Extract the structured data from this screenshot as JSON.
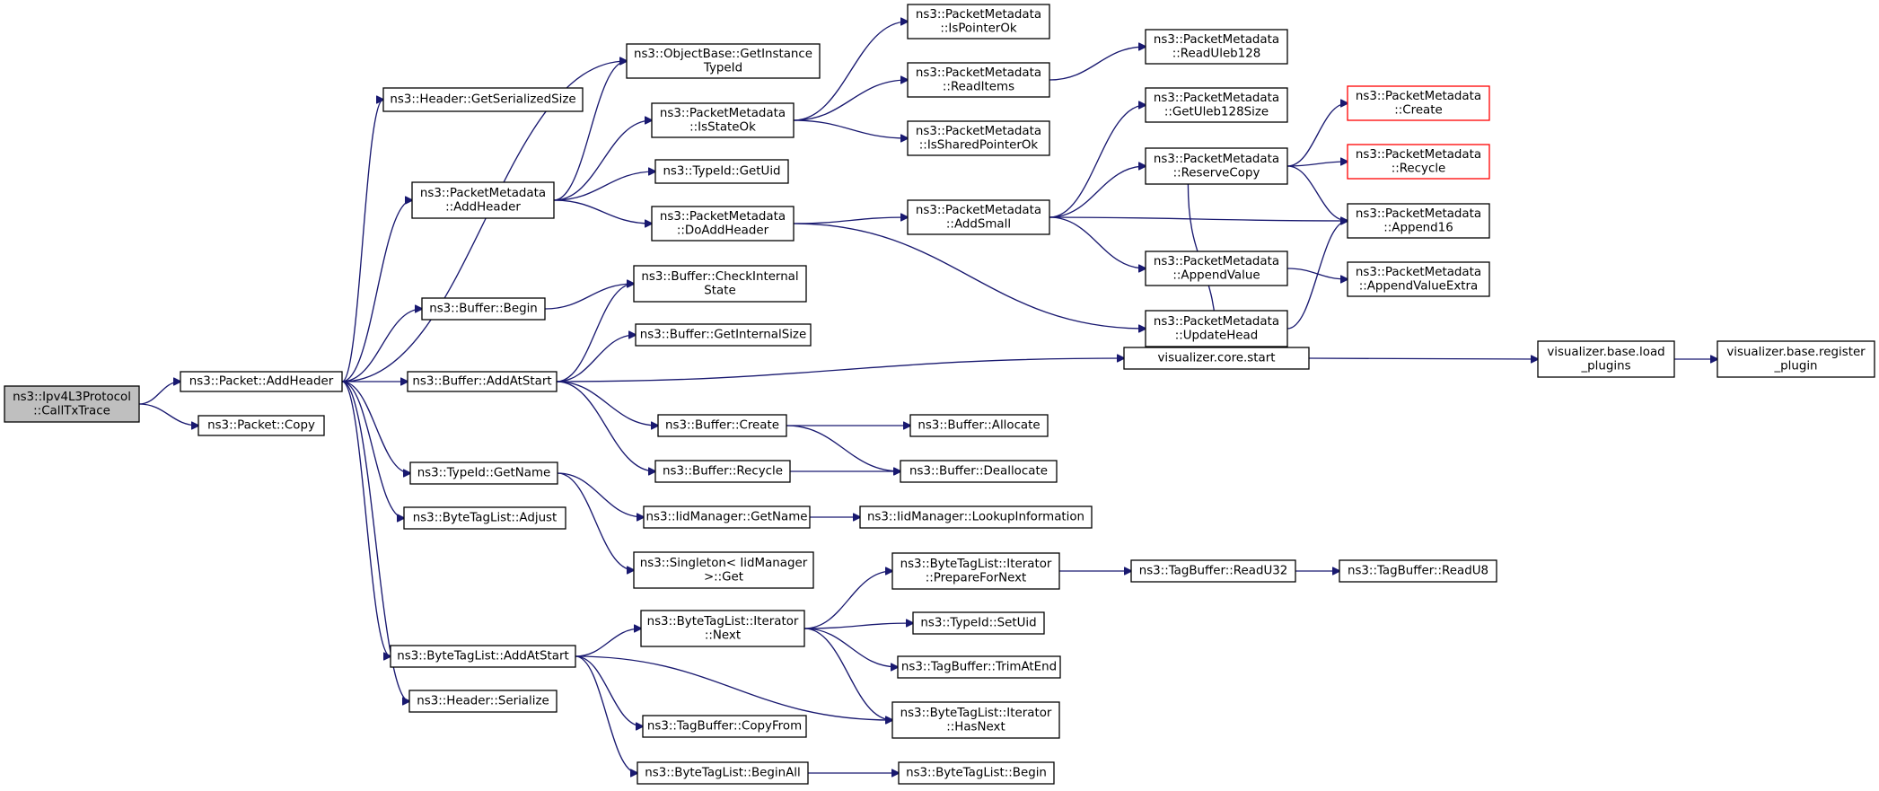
{
  "graph": {
    "colors": {
      "edge": "#191970",
      "node_border": "#000000",
      "root_fill": "#bfbfbf",
      "missing_border": "#ff0000"
    },
    "nodes": {
      "root": {
        "lines": [
          "ns3::Ipv4L3Protocol",
          "::CallTxTrace"
        ]
      },
      "pkt_addheader": {
        "lines": [
          "ns3::Packet::AddHeader"
        ]
      },
      "pkt_copy": {
        "lines": [
          "ns3::Packet::Copy"
        ]
      },
      "hdr_getsersize": {
        "lines": [
          "ns3::Header::GetSerializedSize"
        ]
      },
      "objbase_getinst": {
        "lines": [
          "ns3::ObjectBase::GetInstance",
          "TypeId"
        ]
      },
      "pm_addheader": {
        "lines": [
          "ns3::PacketMetadata",
          "::AddHeader"
        ]
      },
      "buf_begin": {
        "lines": [
          "ns3::Buffer::Begin"
        ]
      },
      "buf_addatstart": {
        "lines": [
          "ns3::Buffer::AddAtStart"
        ]
      },
      "typeid_getname": {
        "lines": [
          "ns3::TypeId::GetName"
        ]
      },
      "btl_adjust": {
        "lines": [
          "ns3::ByteTagList::Adjust"
        ]
      },
      "btl_addatstart": {
        "lines": [
          "ns3::ByteTagList::AddAtStart"
        ]
      },
      "hdr_serialize": {
        "lines": [
          "ns3::Header::Serialize"
        ]
      },
      "pm_isstateok": {
        "lines": [
          "ns3::PacketMetadata",
          "::IsStateOk"
        ]
      },
      "typeid_getuid": {
        "lines": [
          "ns3::TypeId::GetUid"
        ]
      },
      "pm_doaddheader": {
        "lines": [
          "ns3::PacketMetadata",
          "::DoAddHeader"
        ]
      },
      "buf_checkinternal": {
        "lines": [
          "ns3::Buffer::CheckInternal",
          "State"
        ]
      },
      "buf_getinternalsize": {
        "lines": [
          "ns3::Buffer::GetInternalSize"
        ]
      },
      "buf_create": {
        "lines": [
          "ns3::Buffer::Create"
        ]
      },
      "buf_recycle": {
        "lines": [
          "ns3::Buffer::Recycle"
        ]
      },
      "iid_getname": {
        "lines": [
          "ns3::IidManager::GetName"
        ]
      },
      "singleton_get": {
        "lines": [
          "ns3::Singleton< IidManager",
          ">::Get"
        ]
      },
      "btl_it_next": {
        "lines": [
          "ns3::ByteTagList::Iterator",
          "::Next"
        ]
      },
      "tb_copyfrom": {
        "lines": [
          "ns3::TagBuffer::CopyFrom"
        ]
      },
      "btl_beginall": {
        "lines": [
          "ns3::ByteTagList::BeginAll"
        ]
      },
      "pm_ispointerok": {
        "lines": [
          "ns3::PacketMetadata",
          "::IsPointerOk"
        ]
      },
      "pm_readitems": {
        "lines": [
          "ns3::PacketMetadata",
          "::ReadItems"
        ]
      },
      "pm_issharedptrok": {
        "lines": [
          "ns3::PacketMetadata",
          "::IsSharedPointerOk"
        ]
      },
      "pm_addsmall": {
        "lines": [
          "ns3::PacketMetadata",
          "::AddSmall"
        ]
      },
      "buf_allocate": {
        "lines": [
          "ns3::Buffer::Allocate"
        ]
      },
      "buf_deallocate": {
        "lines": [
          "ns3::Buffer::Deallocate"
        ]
      },
      "iid_lookupinfo": {
        "lines": [
          "ns3::IidManager::LookupInformation"
        ]
      },
      "btl_it_prepare": {
        "lines": [
          "ns3::ByteTagList::Iterator",
          "::PrepareForNext"
        ]
      },
      "typeid_setuid": {
        "lines": [
          "ns3::TypeId::SetUid"
        ]
      },
      "tb_trimatend": {
        "lines": [
          "ns3::TagBuffer::TrimAtEnd"
        ]
      },
      "btl_it_hasnext": {
        "lines": [
          "ns3::ByteTagList::Iterator",
          "::HasNext"
        ]
      },
      "btl_begin": {
        "lines": [
          "ns3::ByteTagList::Begin"
        ]
      },
      "pm_readuleb": {
        "lines": [
          "ns3::PacketMetadata",
          "::ReadUleb128"
        ]
      },
      "pm_getulebsize": {
        "lines": [
          "ns3::PacketMetadata",
          "::GetUleb128Size"
        ]
      },
      "pm_reservecopy": {
        "lines": [
          "ns3::PacketMetadata",
          "::ReserveCopy"
        ]
      },
      "pm_appendvalue": {
        "lines": [
          "ns3::PacketMetadata",
          "::AppendValue"
        ]
      },
      "pm_updatehead": {
        "lines": [
          "ns3::PacketMetadata",
          "::UpdateHead"
        ]
      },
      "vis_core_start": {
        "lines": [
          "visualizer.core.start"
        ]
      },
      "tb_readu32": {
        "lines": [
          "ns3::TagBuffer::ReadU32"
        ]
      },
      "pm_create": {
        "lines": [
          "ns3::PacketMetadata",
          "::Create"
        ]
      },
      "pm_recycle": {
        "lines": [
          "ns3::PacketMetadata",
          "::Recycle"
        ]
      },
      "pm_append16": {
        "lines": [
          "ns3::PacketMetadata",
          "::Append16"
        ]
      },
      "pm_appendvalueextra": {
        "lines": [
          "ns3::PacketMetadata",
          "::AppendValueExtra"
        ]
      },
      "vis_load_plugins": {
        "lines": [
          "visualizer.base.load",
          "_plugins"
        ]
      },
      "tb_readu8": {
        "lines": [
          "ns3::TagBuffer::ReadU8"
        ]
      },
      "vis_register_plugin": {
        "lines": [
          "visualizer.base.register",
          "_plugin"
        ]
      }
    }
  }
}
